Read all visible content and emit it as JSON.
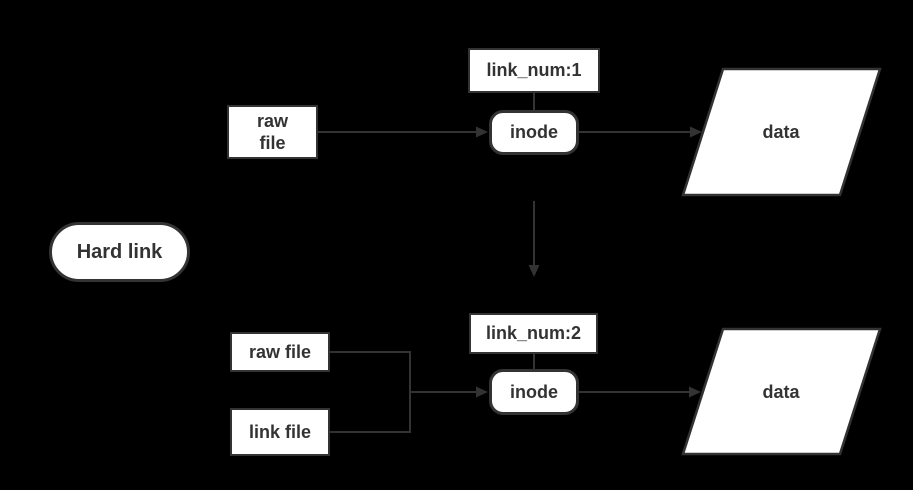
{
  "colors": {
    "background": "#000000",
    "node_fill": "#ffffff",
    "stroke": "#333333",
    "text": "#333333"
  },
  "legend": {
    "hard_link_label": "Hard link"
  },
  "section_top": {
    "raw_file": "raw\nfile",
    "link_num": "link_num:1",
    "inode": "inode",
    "data": "data"
  },
  "section_bottom": {
    "raw_file": "raw file",
    "link_file": "link file",
    "link_num": "link_num:2",
    "inode": "inode",
    "data": "data"
  }
}
